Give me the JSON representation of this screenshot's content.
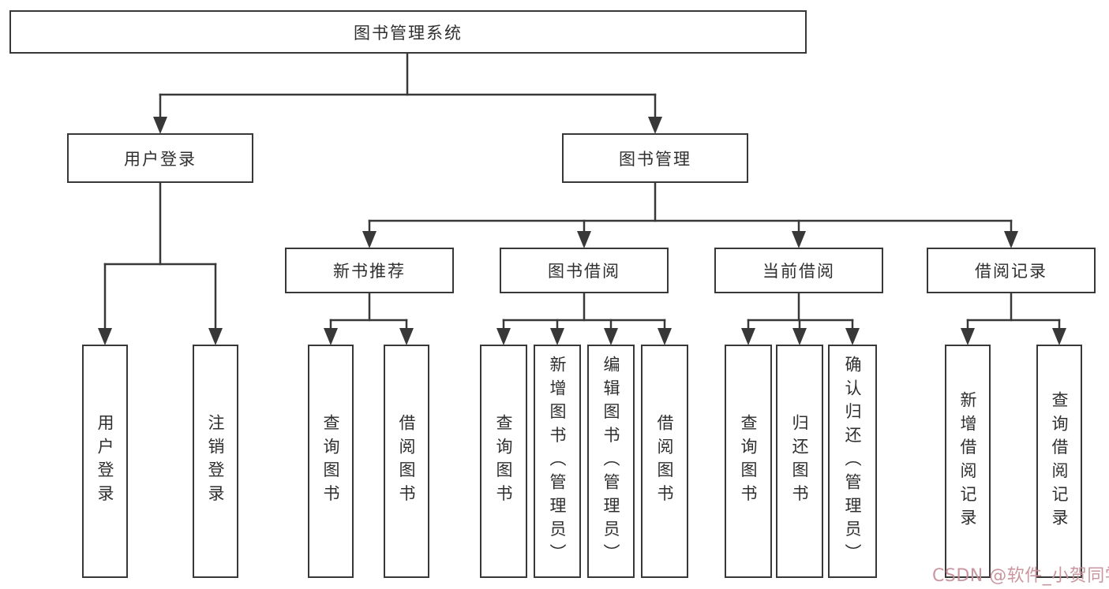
{
  "diagram": {
    "root": "图书管理系统",
    "level1": {
      "user_login": "用户登录",
      "book_management": "图书管理"
    },
    "level2": {
      "new_book": "新书推荐",
      "book_borrow": "图书借阅",
      "current_borrow": "当前借阅",
      "borrow_records": "借阅记录"
    },
    "leaves": {
      "user_login": [
        "用户登录",
        "注销登录"
      ],
      "new_book": [
        "查询图书",
        "借阅图书"
      ],
      "book_borrow": [
        "查询图书",
        "新增图书（管理员）",
        "编辑图书（管理员）",
        "借阅图书"
      ],
      "current_borrow": [
        "查询图书",
        "归还图书",
        "确认归还（管理员）"
      ],
      "borrow_records": [
        "新增借阅记录",
        "查询借阅记录"
      ]
    }
  },
  "watermark": {
    "text": "CSDN @软件_小贺同学",
    "color": "#c58d98"
  },
  "colors": {
    "line": "#383838",
    "text": "#2f2f2f",
    "background": "#ffffff"
  }
}
